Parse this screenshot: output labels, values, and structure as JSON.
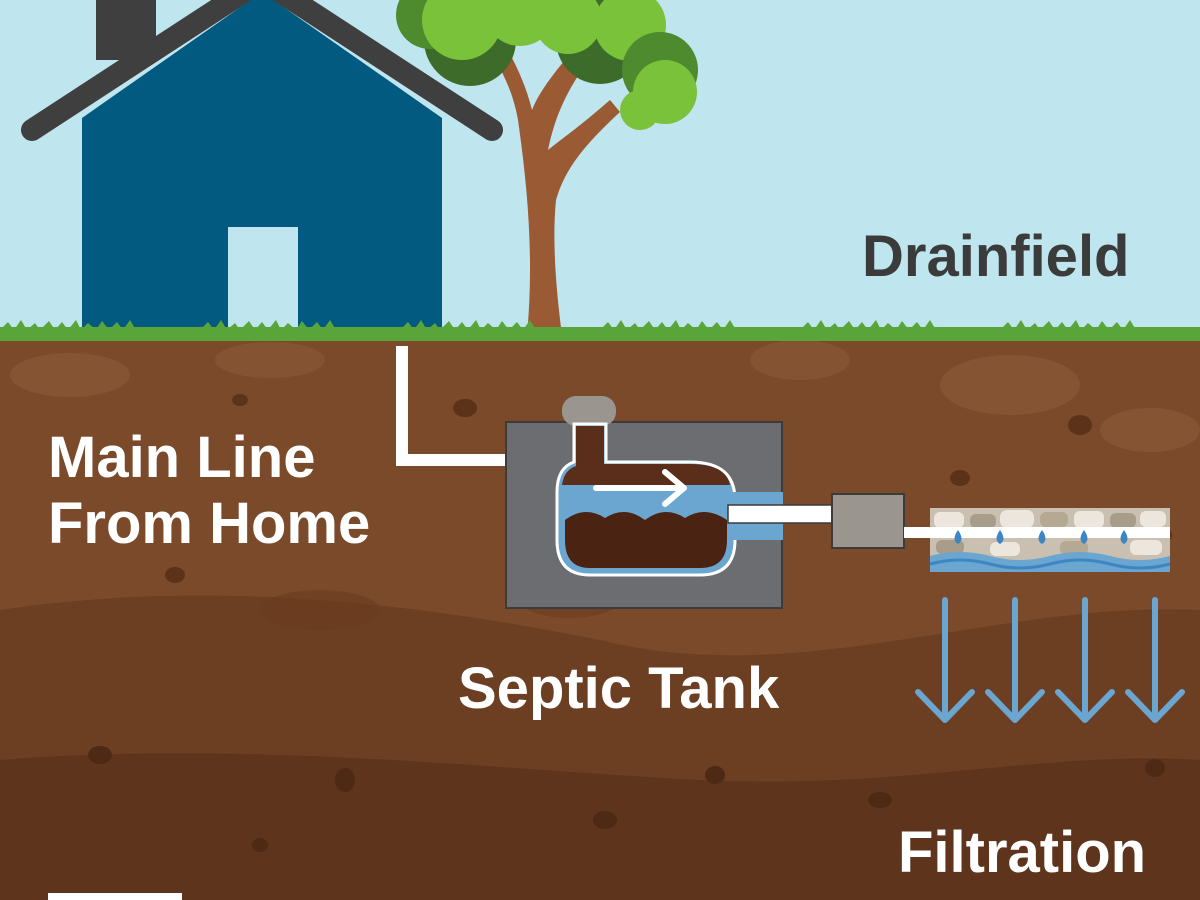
{
  "labels": {
    "drainfield": "Drainfield",
    "main_line": [
      "Main Line",
      "From Home"
    ],
    "septic_tank": "Septic Tank",
    "filtration": "Filtration"
  },
  "colors": {
    "sky": "#bfe5ee",
    "house": "#025a80",
    "roof": "#3f3f3f",
    "grass": "#5aa53a",
    "soil_top": "#7a4a2a",
    "soil_mid": "#6c3e22",
    "soil_deep": "#5e341c",
    "tank": "#6b6d70",
    "water": "#6aa6cf",
    "sludge": "#4a2313",
    "pipe": "#ffffff",
    "arrow": "#6aa6cf",
    "dark_label": "#3b3b3b",
    "light_label": "#ffffff"
  }
}
